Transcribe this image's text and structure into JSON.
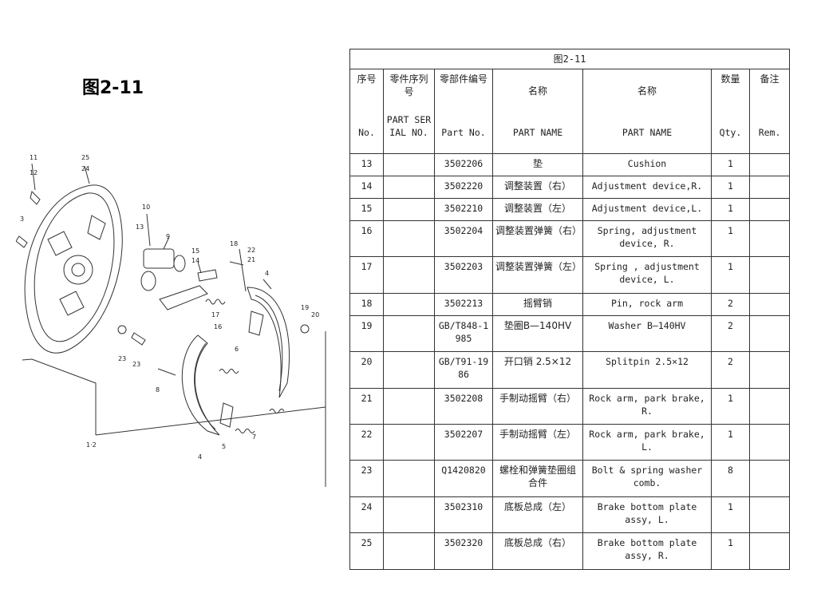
{
  "figure_title": "图2-11",
  "diagram": {
    "callouts": [
      "11",
      "12",
      "3",
      "25",
      "24",
      "10",
      "13",
      "9",
      "15",
      "14",
      "18",
      "22",
      "21",
      "4",
      "17",
      "16",
      "19",
      "20",
      "6",
      "23",
      "23",
      "8",
      "1·2",
      "4",
      "5",
      "7"
    ]
  },
  "table": {
    "caption": "图2-11",
    "headers_zh": [
      "序号",
      "零件序列号",
      "零部件编号",
      "名称",
      "名称",
      "数量",
      "备注"
    ],
    "headers_en": [
      "No.",
      "PART SERIAL NO.",
      "Part No.",
      "PART NAME",
      "PART NAME",
      "Qty.",
      "Rem."
    ],
    "rows": [
      {
        "no": "13",
        "serial": "",
        "part_no": "3502206",
        "name_zh": "垫",
        "name_en": "Cushion",
        "qty": "1",
        "rem": ""
      },
      {
        "no": "14",
        "serial": "",
        "part_no": "3502220",
        "name_zh": "调整装置（右）",
        "name_en": "Adjustment device,R.",
        "qty": "1",
        "rem": ""
      },
      {
        "no": "15",
        "serial": "",
        "part_no": "3502210",
        "name_zh": "调整装置（左）",
        "name_en": "Adjustment device,L.",
        "qty": "1",
        "rem": ""
      },
      {
        "no": "16",
        "serial": "",
        "part_no": "3502204",
        "name_zh": "调整装置弹簧（右）",
        "name_en": "Spring, adjustment device, R.",
        "qty": "1",
        "rem": ""
      },
      {
        "no": "17",
        "serial": "",
        "part_no": "3502203",
        "name_zh": "调整装置弹簧（左）",
        "name_en": "Spring , adjustment device, L.",
        "qty": "1",
        "rem": ""
      },
      {
        "no": "18",
        "serial": "",
        "part_no": "3502213",
        "name_zh": "摇臂销",
        "name_en": "Pin, rock arm",
        "qty": "2",
        "rem": ""
      },
      {
        "no": "19",
        "serial": "",
        "part_no": "GB/T848-1985",
        "name_zh": "垫圈B—140HV",
        "name_en": "Washer B—140HV",
        "qty": "2",
        "rem": ""
      },
      {
        "no": "20",
        "serial": "",
        "part_no": "GB/T91-1986",
        "name_zh": "开口销 2.5×12",
        "name_en": "Splitpin 2.5×12",
        "qty": "2",
        "rem": ""
      },
      {
        "no": "21",
        "serial": "",
        "part_no": "3502208",
        "name_zh": "手制动摇臂（右）",
        "name_en": "Rock arm, park brake, R.",
        "qty": "1",
        "rem": ""
      },
      {
        "no": "22",
        "serial": "",
        "part_no": "3502207",
        "name_zh": "手制动摇臂（左）",
        "name_en": "Rock arm, park brake, L.",
        "qty": "1",
        "rem": ""
      },
      {
        "no": "23",
        "serial": "",
        "part_no": "Q1420820",
        "name_zh": "螺栓和弹簧垫圈组合件",
        "name_en": "Bolt & spring washer comb.",
        "qty": "8",
        "rem": ""
      },
      {
        "no": "24",
        "serial": "",
        "part_no": "3502310",
        "name_zh": "底板总成（左）",
        "name_en": "Brake bottom plate assy, L.",
        "qty": "1",
        "rem": ""
      },
      {
        "no": "25",
        "serial": "",
        "part_no": "3502320",
        "name_zh": "底板总成（右）",
        "name_en": "Brake bottom plate assy, R.",
        "qty": "1",
        "rem": ""
      }
    ]
  }
}
